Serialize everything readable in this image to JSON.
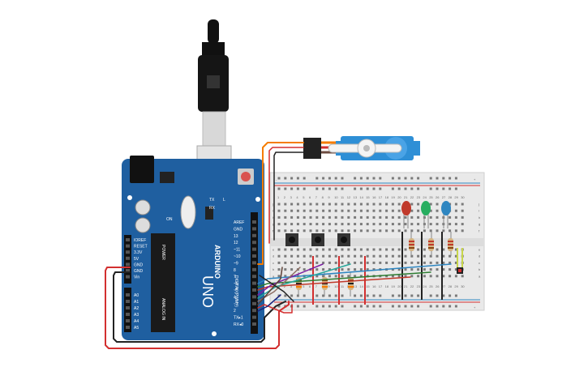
{
  "board": {
    "logo_text": "ARDUINO",
    "model_text": "UNO",
    "digital_header": "DIGITAL (PWM~)",
    "analog_header": "ANALOG IN",
    "power_header": "POWER",
    "tx_label": "TX",
    "rx_label": "RX",
    "l_label": "L",
    "on_label": "ON",
    "digital_pins": [
      "AREF",
      "GND",
      "13",
      "12",
      "~11",
      "~10",
      "~9",
      "8",
      "7",
      "~6",
      "~5",
      "4",
      "~3",
      "2",
      "TX▸1",
      "RX◂0"
    ],
    "power_pins": [
      "IOREF",
      "RESET",
      "3.3V",
      "5V",
      "GND",
      "GND",
      "Vin"
    ],
    "analog_pins": [
      "A0",
      "A1",
      "A2",
      "A3",
      "A4",
      "A5"
    ]
  },
  "breadboard": {
    "column_numbers": [
      "1",
      "2",
      "3",
      "4",
      "5",
      "6",
      "7",
      "8",
      "9",
      "10",
      "11",
      "12",
      "13",
      "14",
      "15",
      "16",
      "17",
      "18",
      "19",
      "20",
      "21",
      "22",
      "23",
      "24",
      "25",
      "26",
      "27",
      "28",
      "29",
      "30"
    ],
    "row_letters_top": [
      "j",
      "i",
      "h",
      "g",
      "f"
    ],
    "row_letters_bottom": [
      "e",
      "d",
      "c",
      "b",
      "a"
    ],
    "rail_plus": "+",
    "rail_minus": "-"
  },
  "components": {
    "leds": [
      {
        "name": "led-red",
        "color": "#c0392b"
      },
      {
        "name": "led-green",
        "color": "#27ae60"
      },
      {
        "name": "led-blue",
        "color": "#2e86c1"
      }
    ],
    "buttons": 3,
    "resistors": 6,
    "servo_color": "#2e8fd6"
  },
  "colors": {
    "board": "#1f5fa0",
    "breadboard": "#e9e9e9",
    "wire_red": "#d32f2f",
    "wire_black": "#222222",
    "wire_orange": "#f57c00"
  }
}
